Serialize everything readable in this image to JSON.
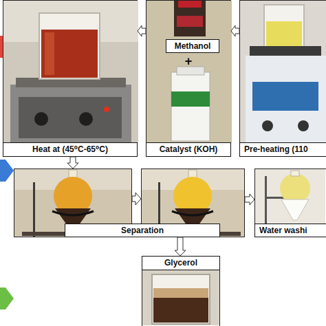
{
  "diagram": {
    "nodes": [
      {
        "text": [
          "Heat at (45⁰C-65⁰C)"
        ]
      },
      {
        "text": [
          "+",
          "Catalyst (KOH)"
        ]
      },
      {
        "text": [
          "Methanol"
        ],
        "in": 1
      },
      {
        "text": [
          "Pre-heating (110"
        ]
      },
      {
        "text": [
          "Separation"
        ]
      },
      {
        "text": [
          "Water washi"
        ]
      },
      {
        "text": [
          "Glycerol"
        ]
      }
    ],
    "edges": [
      {
        "from": 3,
        "to": 1,
        "arrow": "to"
      },
      {
        "from": 1,
        "to": 0,
        "arrow": "to"
      },
      {
        "from": 0,
        "to": 4,
        "arrow": "to"
      },
      {
        "from": 4,
        "to": 5,
        "arrow": "to"
      },
      {
        "from": 4,
        "to": 6,
        "arrow": "to"
      }
    ]
  }
}
